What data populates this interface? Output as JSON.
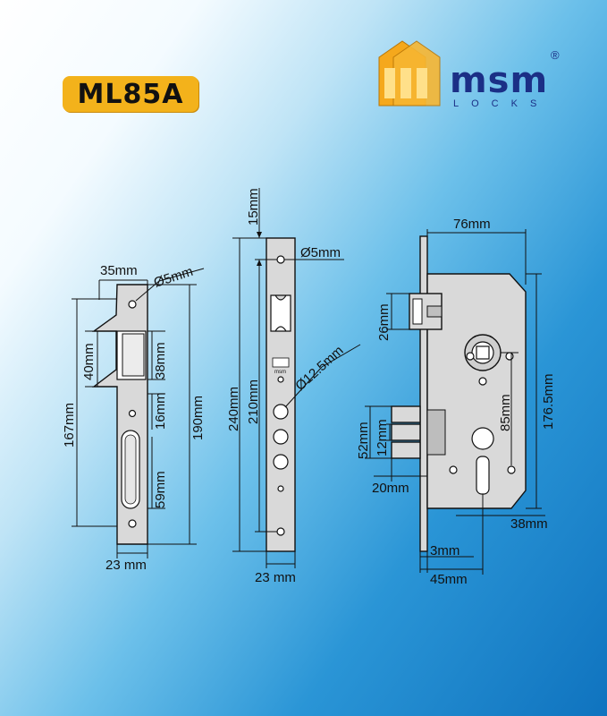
{
  "model": "ML85A",
  "brand": {
    "name": "msm",
    "sub": "LOCKS",
    "reg": "®"
  },
  "strike_plate": {
    "top_width": "35mm",
    "hole": "Ø5mm",
    "window_height": "40mm",
    "window_height_right": "38mm",
    "left_height": "167mm",
    "right_height": "190mm",
    "gap": "16mm",
    "slot": "59mm",
    "bottom_width": "23 mm"
  },
  "faceplate": {
    "top_offset": "15mm",
    "hole": "Ø5mm",
    "hole_large": "Ø12.5mm",
    "total_height": "240mm",
    "inner_height": "210mm",
    "bottom_width": "23 mm"
  },
  "lock_body": {
    "width": "76mm",
    "latch_height": "26mm",
    "body_height": "176.5mm",
    "center_distance": "85mm",
    "bolt_span": "52mm",
    "bolt_spacing": "12mm",
    "bolt_throw": "20mm",
    "backset_cyl": "38mm",
    "face_thickness": "3mm",
    "backset": "45mm"
  }
}
